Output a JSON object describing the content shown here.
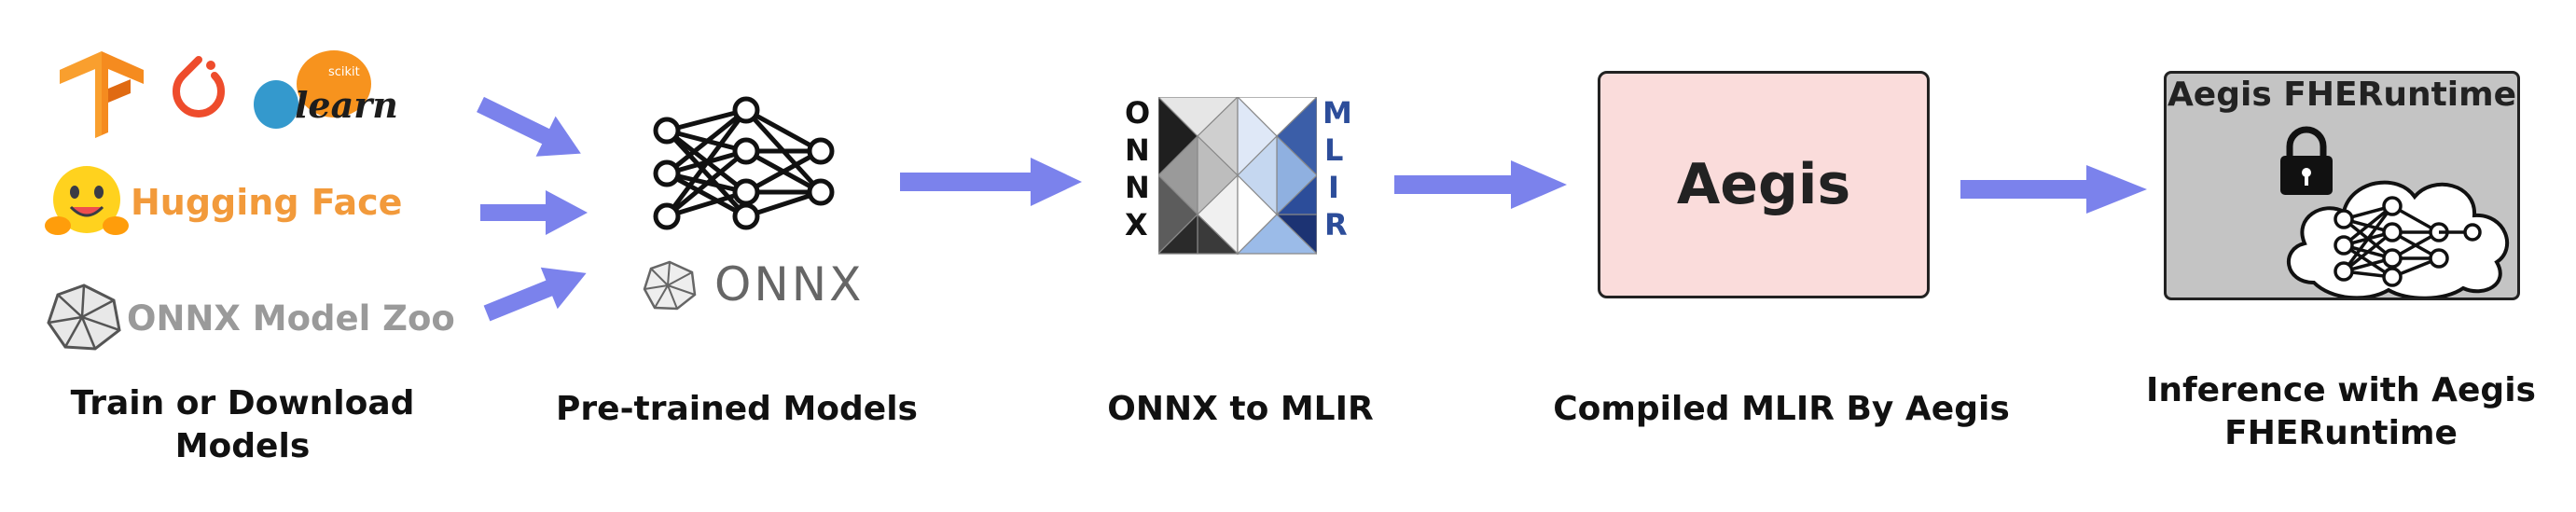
{
  "colors": {
    "arrow": "#7b82ec",
    "hugging_face": "#f29a3b",
    "model_zoo": "#9a9a9a",
    "aegis_fill": "#fadcdb",
    "runtime_fill": "#c4c4c4",
    "mlir_blue": "#2c4d9a"
  },
  "frameworks": {
    "sklearn_small": "scikit",
    "sklearn_big": "learn",
    "hugging_face": "Hugging Face",
    "model_zoo": "ONNX Model Zoo"
  },
  "onnx_logo": {
    "text": "ONNX"
  },
  "onnx_mlir": {
    "left_letters": [
      "O",
      "N",
      "N",
      "X"
    ],
    "right_letters": [
      "M",
      "L",
      "I",
      "R"
    ]
  },
  "aegis_box": {
    "title": "Aegis"
  },
  "runtime_box": {
    "title": "Aegis FHERuntime"
  },
  "labels": {
    "train_line1": "Train or Download",
    "train_line2": "Models",
    "pretrained": "Pre-trained Models",
    "onnx_to_mlir": "ONNX to MLIR",
    "compiled": "Compiled MLIR By Aegis",
    "inference_line1": "Inference with Aegis",
    "inference_line2": "FHERuntime"
  }
}
